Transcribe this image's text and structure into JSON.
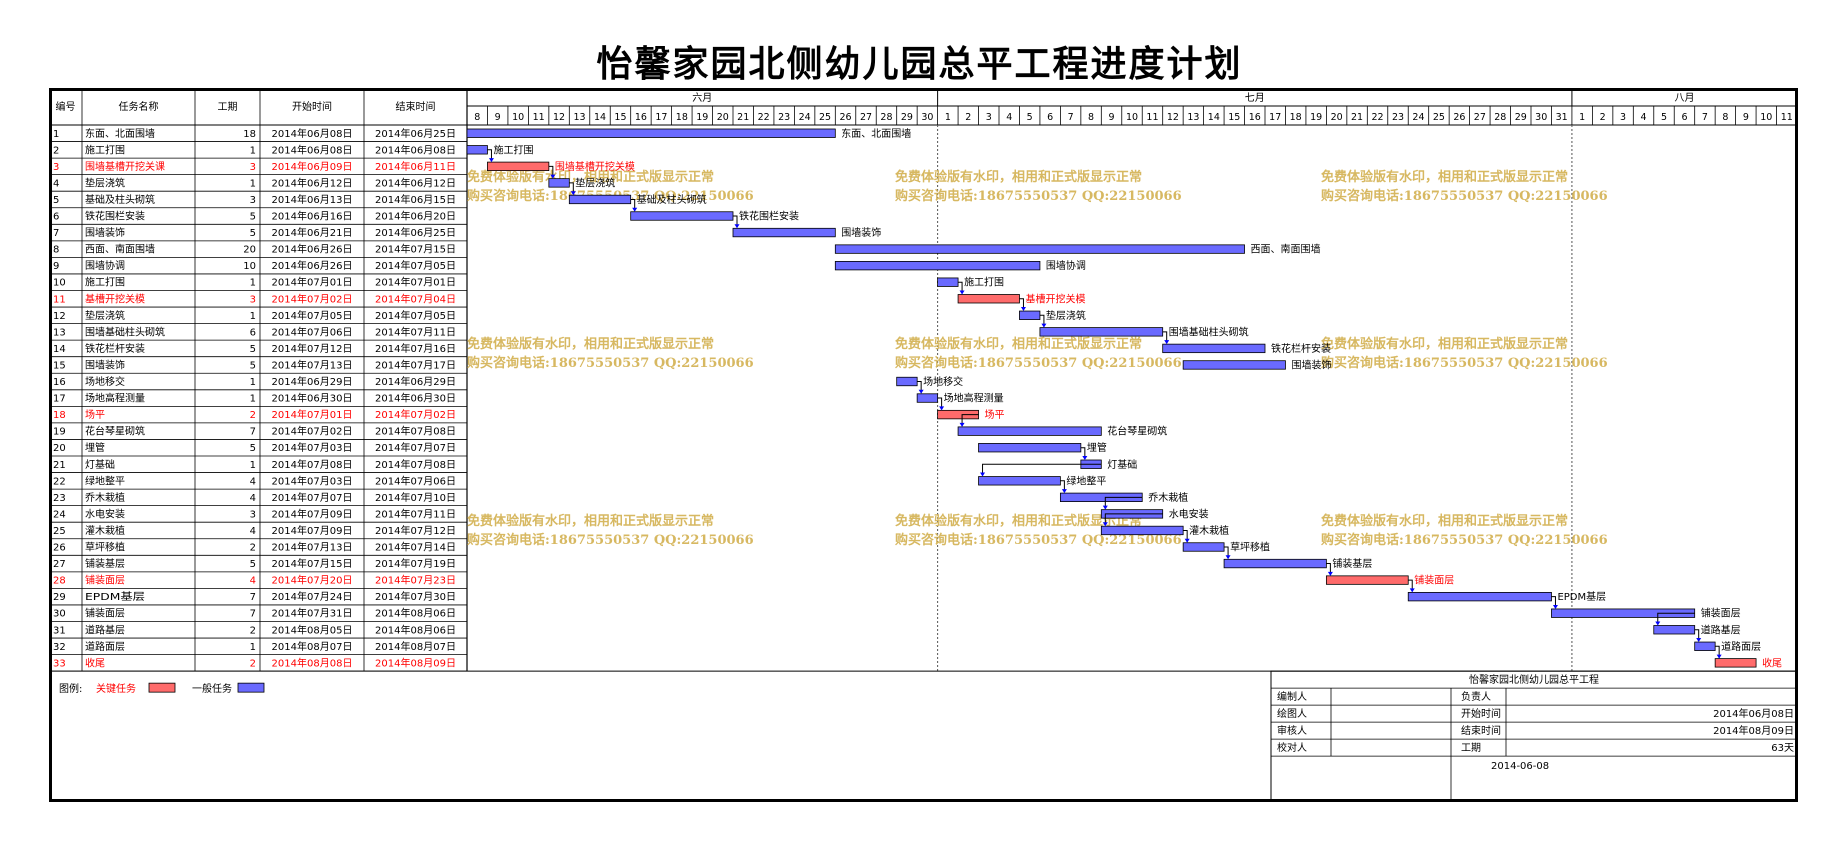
{
  "title": "怡馨家园北侧幼儿园总平工程进度计划",
  "headers": {
    "id": "编号",
    "name": "任务名称",
    "duration": "工期",
    "start": "开始时间",
    "end": "结束时间"
  },
  "months": [
    {
      "label": "六月",
      "days": [
        "8",
        "9",
        "10",
        "11",
        "12",
        "13",
        "14",
        "15",
        "16",
        "17",
        "18",
        "19",
        "20",
        "21",
        "22",
        "23",
        "24",
        "25",
        "26",
        "27",
        "28",
        "29",
        "30"
      ]
    },
    {
      "label": "七月",
      "days": [
        "1",
        "2",
        "3",
        "4",
        "5",
        "6",
        "7",
        "8",
        "9",
        "10",
        "11",
        "12",
        "13",
        "14",
        "15",
        "16",
        "17",
        "18",
        "19",
        "20",
        "21",
        "22",
        "23",
        "24",
        "25",
        "26",
        "27",
        "28",
        "29",
        "30",
        "31"
      ]
    },
    {
      "label": "八月",
      "days": [
        "1",
        "2",
        "3",
        "4",
        "5",
        "6",
        "7",
        "8",
        "9",
        "10",
        "11"
      ]
    }
  ],
  "tasks": [
    {
      "id": "1",
      "name": "东面、北面围墙",
      "duration": "18",
      "start": "2014年06月08日",
      "end": "2014年06月25日",
      "critical": false,
      "bar_label": "东面、北面围墙",
      "s": 0,
      "d": 18
    },
    {
      "id": "2",
      "name": "施工打围",
      "duration": "1",
      "start": "2014年06月08日",
      "end": "2014年06月08日",
      "critical": false,
      "bar_label": "施工打围",
      "s": 0,
      "d": 1
    },
    {
      "id": "3",
      "name": "围墙基槽开挖关课",
      "duration": "3",
      "start": "2014年06月09日",
      "end": "2014年06月11日",
      "critical": true,
      "bar_label": "围墙基槽开挖关模",
      "s": 1,
      "d": 3
    },
    {
      "id": "4",
      "name": "垫层浇筑",
      "duration": "1",
      "start": "2014年06月12日",
      "end": "2014年06月12日",
      "critical": false,
      "bar_label": "垫层浇筑",
      "s": 4,
      "d": 1
    },
    {
      "id": "5",
      "name": "基础及柱头砌筑",
      "duration": "3",
      "start": "2014年06月13日",
      "end": "2014年06月15日",
      "critical": false,
      "bar_label": "基础及柱头砌筑",
      "s": 5,
      "d": 3
    },
    {
      "id": "6",
      "name": "铁花围栏安装",
      "duration": "5",
      "start": "2014年06月16日",
      "end": "2014年06月20日",
      "critical": false,
      "bar_label": "铁花围栏安装",
      "s": 8,
      "d": 5
    },
    {
      "id": "7",
      "name": "围墙装饰",
      "duration": "5",
      "start": "2014年06月21日",
      "end": "2014年06月25日",
      "critical": false,
      "bar_label": "围墙装饰",
      "s": 13,
      "d": 5
    },
    {
      "id": "8",
      "name": "西面、南面围墙",
      "duration": "20",
      "start": "2014年06月26日",
      "end": "2014年07月15日",
      "critical": false,
      "bar_label": "西面、南面围墙",
      "s": 18,
      "d": 20
    },
    {
      "id": "9",
      "name": "围墙协调",
      "duration": "10",
      "start": "2014年06月26日",
      "end": "2014年07月05日",
      "critical": false,
      "bar_label": "围墙协调",
      "s": 18,
      "d": 10
    },
    {
      "id": "10",
      "name": "施工打围",
      "duration": "1",
      "start": "2014年07月01日",
      "end": "2014年07月01日",
      "critical": false,
      "bar_label": "施工打围",
      "s": 23,
      "d": 1
    },
    {
      "id": "11",
      "name": "基槽开挖关模",
      "duration": "3",
      "start": "2014年07月02日",
      "end": "2014年07月04日",
      "critical": true,
      "bar_label": "基槽开挖关模",
      "s": 24,
      "d": 3
    },
    {
      "id": "12",
      "name": "垫层浇筑",
      "duration": "1",
      "start": "2014年07月05日",
      "end": "2014年07月05日",
      "critical": false,
      "bar_label": "垫层浇筑",
      "s": 27,
      "d": 1
    },
    {
      "id": "13",
      "name": "围墙基础柱头砌筑",
      "duration": "6",
      "start": "2014年07月06日",
      "end": "2014年07月11日",
      "critical": false,
      "bar_label": "围墙基础柱头砌筑",
      "s": 28,
      "d": 6
    },
    {
      "id": "14",
      "name": "铁花栏杆安装",
      "duration": "5",
      "start": "2014年07月12日",
      "end": "2014年07月16日",
      "critical": false,
      "bar_label": "铁花栏杆安装",
      "s": 34,
      "d": 5
    },
    {
      "id": "15",
      "name": "围墙装饰",
      "duration": "5",
      "start": "2014年07月13日",
      "end": "2014年07月17日",
      "critical": false,
      "bar_label": "围墙装饰",
      "s": 35,
      "d": 5
    },
    {
      "id": "16",
      "name": "场地移交",
      "duration": "1",
      "start": "2014年06月29日",
      "end": "2014年06月29日",
      "critical": false,
      "bar_label": "场地移交",
      "s": 21,
      "d": 1
    },
    {
      "id": "17",
      "name": "场地高程测量",
      "duration": "1",
      "start": "2014年06月30日",
      "end": "2014年06月30日",
      "critical": false,
      "bar_label": "场地高程测量",
      "s": 22,
      "d": 1
    },
    {
      "id": "18",
      "name": "场平",
      "duration": "2",
      "start": "2014年07月01日",
      "end": "2014年07月02日",
      "critical": true,
      "bar_label": "场平",
      "s": 23,
      "d": 2
    },
    {
      "id": "19",
      "name": "花台琴星砌筑",
      "duration": "7",
      "start": "2014年07月02日",
      "end": "2014年07月08日",
      "critical": false,
      "bar_label": "花台琴星砌筑",
      "s": 24,
      "d": 7
    },
    {
      "id": "20",
      "name": "埋管",
      "duration": "5",
      "start": "2014年07月03日",
      "end": "2014年07月07日",
      "critical": false,
      "bar_label": "埋管",
      "s": 25,
      "d": 5
    },
    {
      "id": "21",
      "name": "灯基础",
      "duration": "1",
      "start": "2014年07月08日",
      "end": "2014年07月08日",
      "critical": false,
      "bar_label": "灯基础",
      "s": 30,
      "d": 1
    },
    {
      "id": "22",
      "name": "绿地整平",
      "duration": "4",
      "start": "2014年07月03日",
      "end": "2014年07月06日",
      "critical": false,
      "bar_label": "绿地整平",
      "s": 25,
      "d": 4
    },
    {
      "id": "23",
      "name": "乔木栽植",
      "duration": "4",
      "start": "2014年07月07日",
      "end": "2014年07月10日",
      "critical": false,
      "bar_label": "乔木栽植",
      "s": 29,
      "d": 4
    },
    {
      "id": "24",
      "name": "水电安装",
      "duration": "3",
      "start": "2014年07月09日",
      "end": "2014年07月11日",
      "critical": false,
      "bar_label": "水电安装",
      "s": 31,
      "d": 3
    },
    {
      "id": "25",
      "name": "灌木栽植",
      "duration": "4",
      "start": "2014年07月09日",
      "end": "2014年07月12日",
      "critical": false,
      "bar_label": "灌木栽植",
      "s": 31,
      "d": 4
    },
    {
      "id": "26",
      "name": "草坪移植",
      "duration": "2",
      "start": "2014年07月13日",
      "end": "2014年07月14日",
      "critical": false,
      "bar_label": "草坪移植",
      "s": 35,
      "d": 2
    },
    {
      "id": "27",
      "name": "铺装基层",
      "duration": "5",
      "start": "2014年07月15日",
      "end": "2014年07月19日",
      "critical": false,
      "bar_label": "铺装基层",
      "s": 37,
      "d": 5
    },
    {
      "id": "28",
      "name": "铺装面层",
      "duration": "4",
      "start": "2014年07月20日",
      "end": "2014年07月23日",
      "critical": true,
      "bar_label": "铺装面层",
      "s": 42,
      "d": 4
    },
    {
      "id": "29",
      "name": "EPDM基层",
      "duration": "7",
      "start": "2014年07月24日",
      "end": "2014年07月30日",
      "critical": false,
      "bar_label": "EPDM基层",
      "s": 46,
      "d": 7
    },
    {
      "id": "30",
      "name": "铺装面层",
      "duration": "7",
      "start": "2014年07月31日",
      "end": "2014年08月06日",
      "critical": false,
      "bar_label": "铺装面层",
      "s": 53,
      "d": 7
    },
    {
      "id": "31",
      "name": "道路基层",
      "duration": "2",
      "start": "2014年08月05日",
      "end": "2014年08月06日",
      "critical": false,
      "bar_label": "道路基层",
      "s": 58,
      "d": 2
    },
    {
      "id": "32",
      "name": "道路面层",
      "duration": "1",
      "start": "2014年08月07日",
      "end": "2014年08月07日",
      "critical": false,
      "bar_label": "道路面层",
      "s": 60,
      "d": 1
    },
    {
      "id": "33",
      "name": "收尾",
      "duration": "2",
      "start": "2014年08月08日",
      "end": "2014年08月09日",
      "critical": true,
      "bar_label": "收尾",
      "s": 61,
      "d": 2
    }
  ],
  "dependencies": [
    [
      2,
      3
    ],
    [
      3,
      4
    ],
    [
      4,
      5
    ],
    [
      5,
      6
    ],
    [
      6,
      7
    ],
    [
      10,
      11
    ],
    [
      11,
      12
    ],
    [
      12,
      13
    ],
    [
      13,
      14
    ],
    [
      16,
      17
    ],
    [
      17,
      18
    ],
    [
      18,
      19
    ],
    [
      20,
      21
    ],
    [
      21,
      22
    ],
    [
      22,
      23
    ],
    [
      23,
      24
    ],
    [
      24,
      25
    ],
    [
      25,
      26
    ],
    [
      26,
      27
    ],
    [
      27,
      28
    ],
    [
      28,
      29
    ],
    [
      29,
      30
    ],
    [
      30,
      31
    ],
    [
      31,
      32
    ],
    [
      32,
      33
    ]
  ],
  "watermark": {
    "line1": "免费体验版有水印，相用和正式版显示正常",
    "line2": "购买咨询电话:18675550537 QQ:22150066"
  },
  "legend": {
    "label": "图例:",
    "critical": "关键任务",
    "normal": "一般任务"
  },
  "info_box": {
    "title": "怡馨家园北侧幼儿园总平工程",
    "rows": [
      {
        "label": "编制人",
        "value": "",
        "label2": "负责人",
        "value2": ""
      },
      {
        "label": "绘图人",
        "value": "",
        "label2": "开始时间",
        "value2": "2014年06月08日"
      },
      {
        "label": "审核人",
        "value": "",
        "label2": "结束时间",
        "value2": "2014年08月09日"
      },
      {
        "label": "校对人",
        "value": "",
        "label2": "工期",
        "value2": "63天"
      }
    ],
    "date": "2014-06-08"
  },
  "colors": {
    "critical": "#ff6b6b",
    "normal": "#6a6aff",
    "watermark": "#d7b861",
    "critical_text": "#ff0000"
  }
}
